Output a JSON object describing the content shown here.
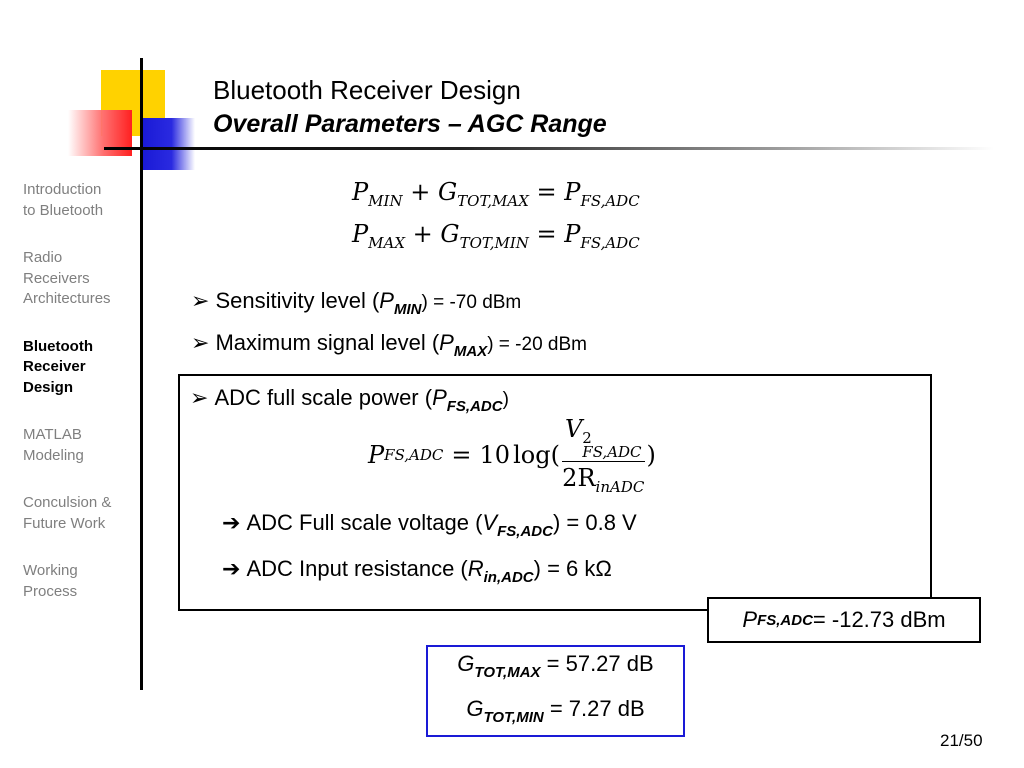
{
  "title": {
    "line1": "Bluetooth Receiver Design",
    "line2": "Overall Parameters – AGC Range"
  },
  "sidebar": {
    "items": [
      {
        "lines": [
          "Introduction",
          "to Bluetooth"
        ],
        "active": false
      },
      {
        "lines": [
          "Radio",
          "Receivers",
          "Architectures"
        ],
        "active": false
      },
      {
        "lines": [
          "Bluetooth",
          "Receiver",
          "Design"
        ],
        "active": true
      },
      {
        "lines": [
          "MATLAB",
          "Modeling"
        ],
        "active": false
      },
      {
        "lines": [
          "Conculsion &",
          "Future Work"
        ],
        "active": false
      },
      {
        "lines": [
          "Working",
          "Process"
        ],
        "active": false
      }
    ]
  },
  "equations": {
    "eq1": {
      "p": "P",
      "p_sub": "MIN",
      "plus": "+",
      "g": "G",
      "g_sub": "TOT,MAX",
      "eq": "=",
      "r": "P",
      "r_sub": "FS,ADC"
    },
    "eq2": {
      "p": "P",
      "p_sub": "MAX",
      "plus": "+",
      "g": "G",
      "g_sub": "TOT,MIN",
      "eq": "=",
      "r": "P",
      "r_sub": "FS,ADC"
    }
  },
  "bullets": {
    "marker": "➢",
    "arrow": "➔",
    "sensitivity": {
      "pre": "Sensitivity level (",
      "sym": "P",
      "sub": "MIN",
      "post": ") = -70 dBm"
    },
    "maxsignal": {
      "pre": "Maximum signal level (",
      "sym": "P",
      "sub": "MAX",
      "post": ") = -20 dBm"
    },
    "adcpower": {
      "pre": "ADC full scale power (",
      "sym": "P",
      "sub": "FS,ADC",
      "post": ")"
    },
    "voltage": {
      "pre": "ADC Full scale voltage (",
      "sym": "V",
      "sub": "FS,ADC",
      "post": ") = 0.8 V"
    },
    "resistance": {
      "pre": "ADC Input resistance (",
      "sym": "R",
      "sub": "in,ADC",
      "post": ") =  6 kΩ"
    }
  },
  "formula": {
    "lhs": "P",
    "lhs_sub": "FS,ADC",
    "eq": "=",
    "coef": "10",
    "log": "log(",
    "num": "V",
    "num_sup": "2",
    "num_sub": "FS,ADC",
    "den": "2R",
    "den_sub": "inADC",
    "close": ")"
  },
  "result": {
    "sym": "P",
    "sub": "FS,ADC",
    "value": " =  -12.73 dBm"
  },
  "gains": {
    "max": {
      "sym": "G",
      "sub": "TOT,MAX",
      "value": " = 57.27 dB"
    },
    "min": {
      "sym": "G",
      "sub": "TOT,MIN",
      "value": " = 7.27 dB"
    }
  },
  "page": "21/50",
  "colors": {
    "accent_blue": "#1a1ad6",
    "accent_yellow": "#ffd200",
    "accent_red": "#ff2020",
    "sidebar_inactive": "#7f7f7f"
  }
}
